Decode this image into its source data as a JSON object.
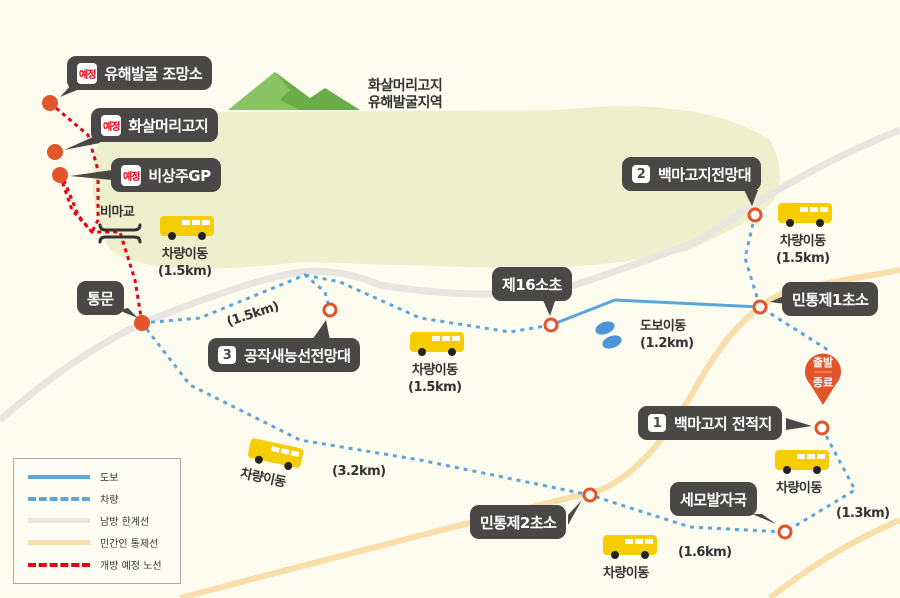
{
  "colors": {
    "walk": "#5aa5dc",
    "vehicle": "#5aa5dc",
    "south_limit_line": "#e8e6df",
    "civilian_control_line": "#f7deaa",
    "planned_route": "#e60012",
    "stop": "#e2542a",
    "label_bg": "#4a4847",
    "bus": "#f5cd00",
    "region": "#eef0cd",
    "mountain": "#6aad4a"
  },
  "region_label": {
    "line1": "화살머리고지",
    "line2": "유해발굴지역"
  },
  "planned_stops": [
    {
      "badge": "예정",
      "name": "유해발굴 조망소"
    },
    {
      "badge": "예정",
      "name": "화살머리고지"
    },
    {
      "badge": "예정",
      "name": "비상주GP"
    }
  ],
  "bridge": "비마교",
  "gate": "통문",
  "numbered_stops": [
    {
      "num": "1",
      "name": "백마고지 전적지"
    },
    {
      "num": "2",
      "name": "백마고지전망대"
    },
    {
      "num": "3",
      "name": "공작새능선전망대"
    }
  ],
  "checkpoints": {
    "post16": "제16소초",
    "mintong1": "민통제1초소",
    "mintong2": "민통제2초소",
    "semo": "세모발자국"
  },
  "start_end": {
    "start": "출발",
    "end": "종료"
  },
  "transport": [
    {
      "mode": "차량이동",
      "distance": "(1.5km)"
    },
    {
      "mode": "차량이동",
      "distance": "(1.5km)"
    },
    {
      "mode": "차량이동",
      "distance": "(1.5km)"
    },
    {
      "mode": "차량이동"
    },
    {
      "mode": "차량이동"
    },
    {
      "mode": "차량이동"
    }
  ],
  "walk": {
    "mode": "도보이동",
    "distance": "(1.2km)"
  },
  "distances": {
    "gate_to_3": "(1.5km)",
    "gate_to_m2": "(3.2km)",
    "m2_to_semo": "(1.6km)",
    "semo_to_1": "(1.3km)"
  },
  "legend": [
    {
      "label": "도보",
      "style": "solid",
      "color": "#5aa5dc"
    },
    {
      "label": "차량",
      "style": "dotted",
      "color": "#5aa5dc"
    },
    {
      "label": "남방 한계선",
      "style": "solid",
      "color": "#e8e6df"
    },
    {
      "label": "민간인 통제선",
      "style": "solid",
      "color": "#f7deaa"
    },
    {
      "label": "개방 예정 노선",
      "style": "dotted",
      "color": "#e60012"
    }
  ]
}
